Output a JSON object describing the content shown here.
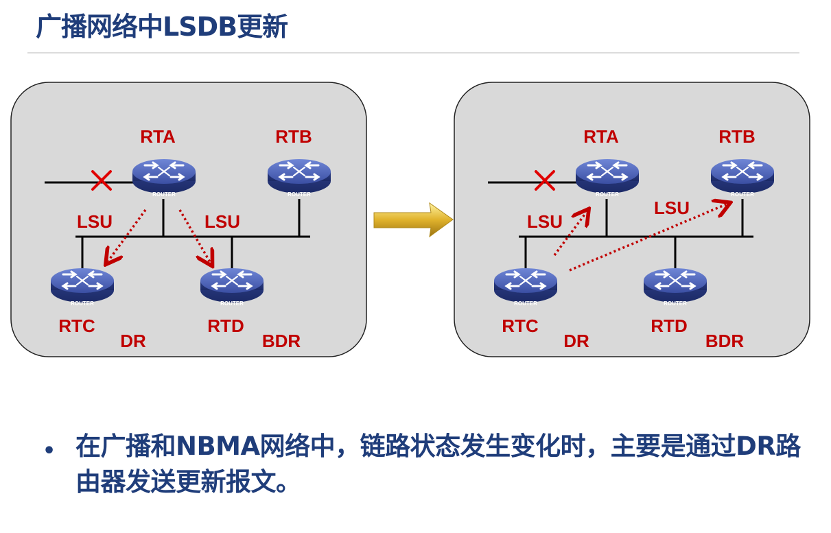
{
  "title": "广播网络中LSDB更新",
  "diagram": {
    "router_icon_text": "ROUTER",
    "left": {
      "labels": {
        "rta": "RTA",
        "rtb": "RTB",
        "rtc": "RTC",
        "rtd": "RTD",
        "dr": "DR",
        "bdr": "BDR",
        "lsu1": "LSU",
        "lsu2": "LSU"
      }
    },
    "right": {
      "labels": {
        "rta": "RTA",
        "rtb": "RTB",
        "rtc": "RTC",
        "rtd": "RTD",
        "dr": "DR",
        "bdr": "BDR",
        "lsu1": "LSU",
        "lsu2": "LSU"
      }
    },
    "colors": {
      "label": "#c00000",
      "router": "#3a4fa0",
      "panel": "#d9d9d9",
      "arrow": "#d4a017"
    }
  },
  "bullet": {
    "symbol": "•",
    "text": "在广播和NBMA网络中，链路状态发生变化时，主要是通过DR路由器发送更新报文。"
  }
}
